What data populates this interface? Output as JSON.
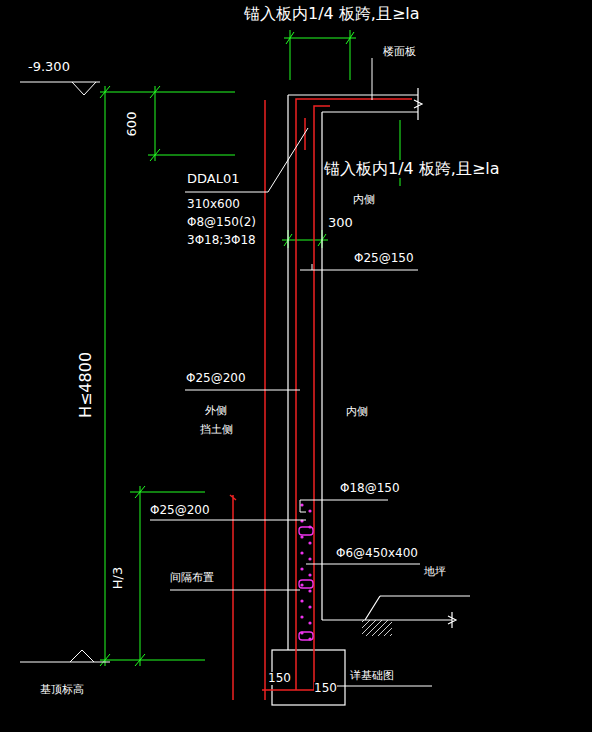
{
  "diagram": {
    "labels": [
      "锚入板内1/4 板跨,且≥la",
      "-9.300",
      "楼面板",
      "600",
      "DDAL01",
      "310x600",
      "Φ8@150(2)",
      "3Φ18;3Φ18",
      "锚入板内1/4 板跨,且≥la",
      "内侧",
      "300",
      "Φ25@150",
      "H≤4800",
      "Φ25@200",
      "外侧",
      "挡土侧",
      "内侧",
      "Φ18@150",
      "Φ25@200",
      "Φ6@450x400",
      "地坪",
      "H/3",
      "间隔布置",
      "150",
      "150",
      "详基础图",
      "基顶标高"
    ]
  }
}
